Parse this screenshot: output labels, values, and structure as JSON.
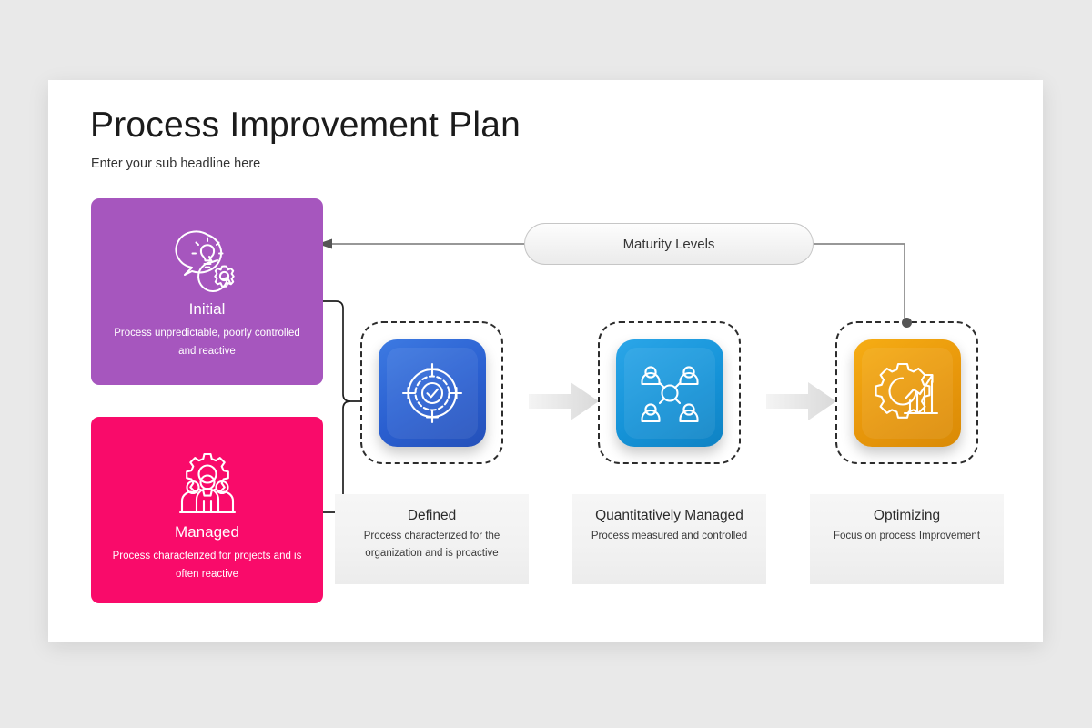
{
  "slide": {
    "title": "Process Improvement Plan",
    "subtitle": "Enter your sub headline here",
    "background": "#e9e9e9",
    "surface": "#ffffff"
  },
  "banner": {
    "label": "Maturity Levels"
  },
  "cards": [
    {
      "id": "initial",
      "title": "Initial",
      "desc": "Process  unpredictable, poorly controlled and reactive",
      "color": "#a656be",
      "icon": "lightbulb-speech-gear-icon"
    },
    {
      "id": "managed",
      "title": "Managed",
      "desc": "Process  characterized for projects and is often reactive",
      "color": "#f90b6a",
      "icon": "team-gear-icon"
    }
  ],
  "stages": [
    {
      "id": "defined",
      "title": "Defined",
      "desc": "Process  characterized for the organization and is proactive",
      "color": "#2a5fd0",
      "icon": "target-check-icon"
    },
    {
      "id": "quantitatively-managed",
      "title": "Quantitatively Managed",
      "desc": "Process measured and controlled",
      "color": "#1593d8",
      "icon": "network-people-icon"
    },
    {
      "id": "optimizing",
      "title": "Optimizing",
      "desc": "Focus on process Improvement",
      "color": "#e8970b",
      "icon": "gear-bar-chart-icon"
    }
  ]
}
